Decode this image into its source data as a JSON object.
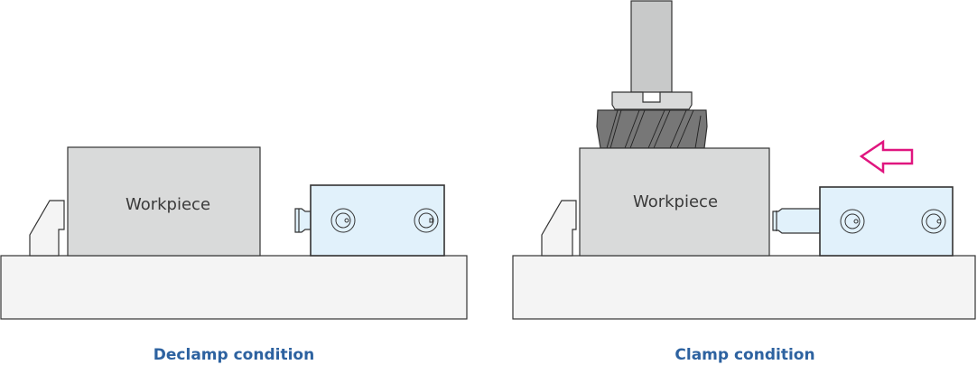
{
  "panels": [
    {
      "caption": "Declamp condition",
      "workpiece_label": "Workpiece"
    },
    {
      "caption": "Clamp condition",
      "workpiece_label": "Workpiece"
    }
  ],
  "colors": {
    "base": "#f4f4f4",
    "workpiece": "#d9dada",
    "clamp_body": "#e1f1fb",
    "tool": "#c8c9c9",
    "arrow": "#e0157f",
    "caption": "#2d62a0"
  },
  "icons": {
    "clamp_direction": "arrow-left-outline-icon"
  }
}
